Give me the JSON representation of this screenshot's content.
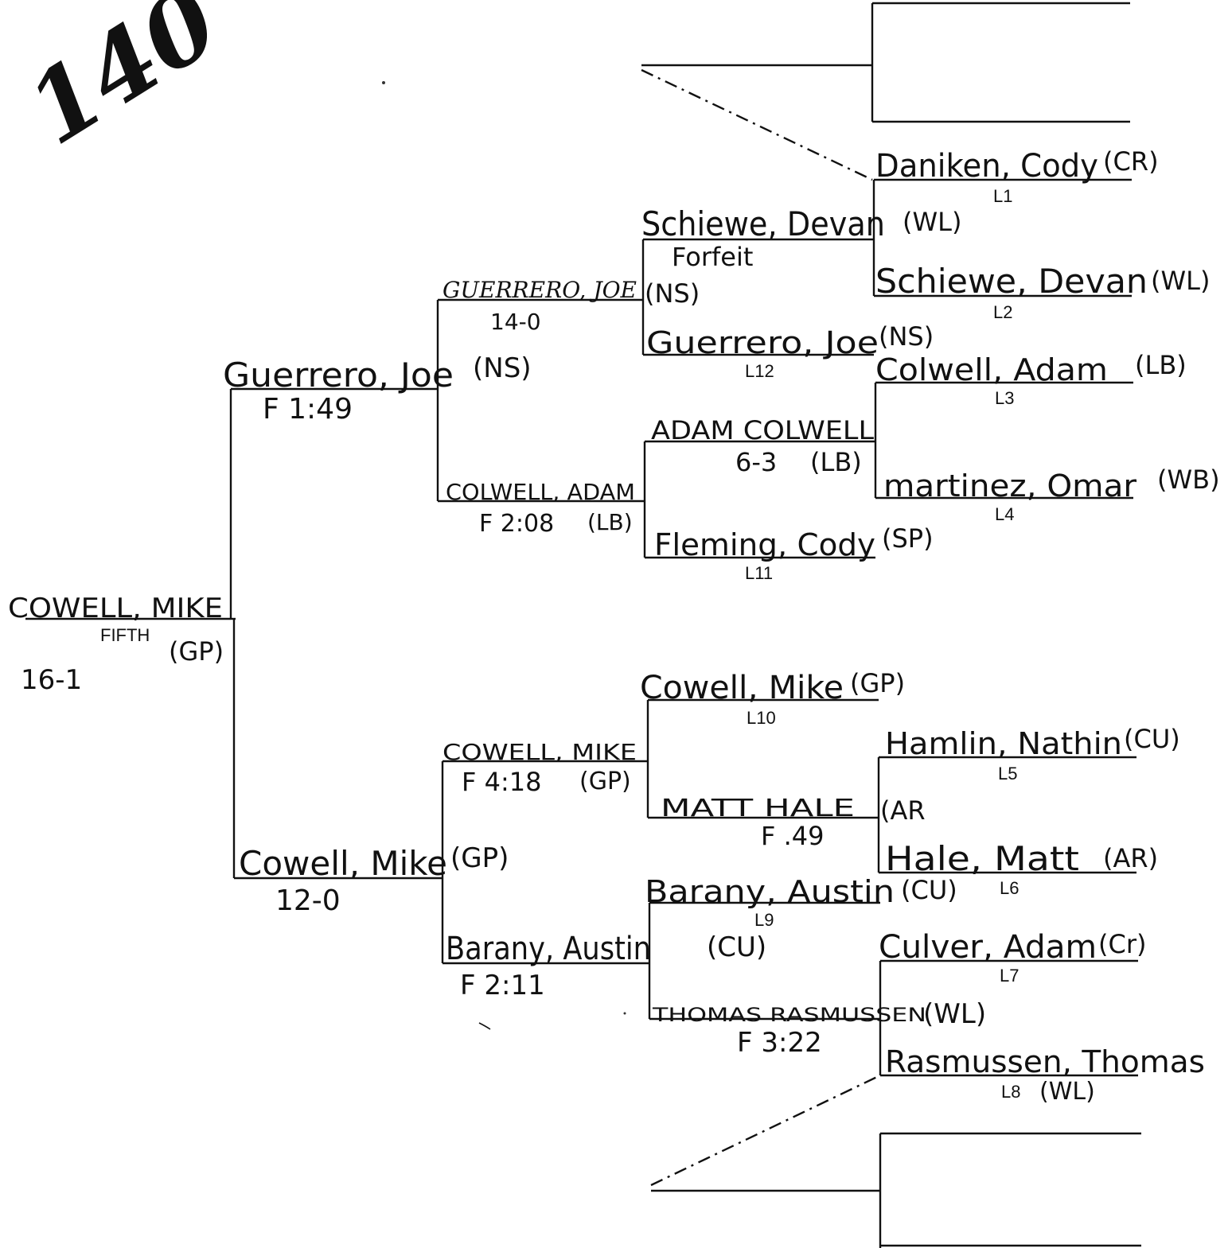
{
  "weight_class": "140",
  "champion": {
    "name": "COWELL, MIKE",
    "place": "FIFTH",
    "team": "(GP)",
    "record": "16-1"
  },
  "semifinal_top": {
    "name": "Guerrero, Joe",
    "result": "F 1:49",
    "team": "(NS)"
  },
  "semifinal_bottom": {
    "name": "Cowell, Mike",
    "result": "12-0",
    "team": "(GP)"
  },
  "round2": [
    {
      "name": "GUERRERO, JOE",
      "result": "14-0",
      "team": "(NS)"
    },
    {
      "name": "COLWELL, ADAM",
      "result": "F 2:08",
      "team": "(LB)"
    },
    {
      "name": "COWELL, MIKE",
      "result": "F 4:18",
      "team": "(GP)"
    },
    {
      "name": "Barany, Austin",
      "result": "F 2:11",
      "team": "(CU)"
    }
  ],
  "round1": [
    {
      "name": "Schiewe, Devan",
      "result": "Forfeit",
      "team": "(WL)"
    },
    {
      "name": "ADAM COLWELL",
      "result": "6-3",
      "team": "(LB)"
    },
    {
      "name": "MATT HALE",
      "result": "F .49",
      "team": "(AR"
    },
    {
      "name": "THOMAS RASMUSSEN",
      "result": "F 3:22",
      "team": "(WL)"
    }
  ],
  "entries": [
    {
      "name": "Daniken, Cody",
      "slot": "L1",
      "team": "(CR)"
    },
    {
      "name": "Schiewe, Devan",
      "slot": "L2",
      "team": "(WL)"
    },
    {
      "name": "Guerrero, Joe",
      "slot": "L12",
      "team": "(NS)"
    },
    {
      "name": "Colwell, Adam",
      "slot": "L3",
      "team": "(LB)"
    },
    {
      "name": "martinez, Omar",
      "slot": "L4",
      "team": "(WB)"
    },
    {
      "name": "Fleming, Cody",
      "slot": "L11",
      "team": "(SP)"
    },
    {
      "name": "Cowell, Mike",
      "slot": "L10",
      "team": "(GP)"
    },
    {
      "name": "Hamlin, Nathin",
      "slot": "L5",
      "team": "(CU)"
    },
    {
      "name": "Hale, Matt",
      "slot": "L6",
      "team": "(AR)"
    },
    {
      "name": "Barany, Austin",
      "slot": "L9",
      "team": "(CU)"
    },
    {
      "name": "Culver, Adam",
      "slot": "L7",
      "team": "(Cr)"
    },
    {
      "name": "Rasmussen, Thomas",
      "slot": "L8",
      "team": "(WL)"
    }
  ]
}
